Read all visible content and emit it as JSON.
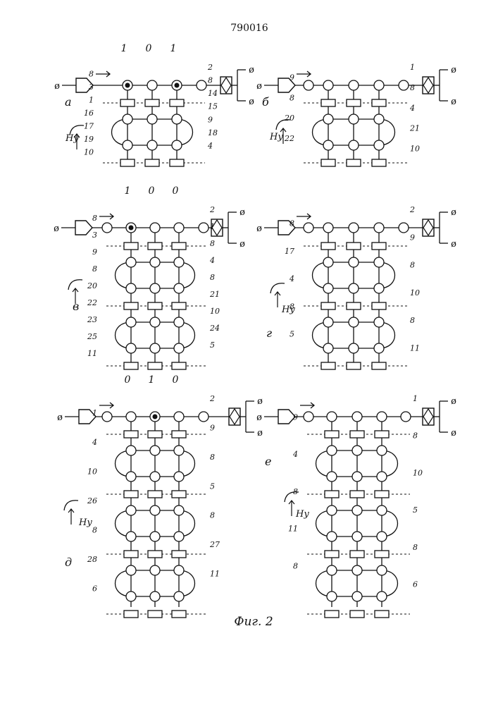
{
  "patent_number": "790016",
  "figure_caption": "Фиг. 2",
  "colors": {
    "ink": "#111111",
    "paper": "#ffffff"
  },
  "icons": {
    "source": "generator-pentagon-icon",
    "sink": "detector-diamond-icon",
    "position": "circle-position-icon",
    "domain": "filled-circle-domain-icon",
    "gate": "rectangle-gate-icon",
    "flow": "right-arrow-icon",
    "field": "curved-field-arrow-icon"
  },
  "panels": [
    {
      "id": "a",
      "letter": "а",
      "code": [
        "1",
        "0",
        "1"
      ],
      "field_label": "Ну",
      "loops": 1,
      "callouts": [
        "2",
        "8",
        "8",
        "3",
        "14",
        "1",
        "15",
        "16",
        "9",
        "17",
        "18",
        "19",
        "4",
        "10"
      ]
    },
    {
      "id": "b",
      "letter": "б",
      "code": [],
      "field_label": "Ну",
      "loops": 1,
      "callouts": [
        "1",
        "9",
        "8",
        "8",
        "4",
        "20",
        "21",
        "22",
        "10"
      ]
    },
    {
      "id": "v",
      "letter": "в",
      "code": [
        "1",
        "0",
        "0"
      ],
      "field_label": "",
      "loops": 2,
      "callouts": [
        "2",
        "8",
        "1",
        "3",
        "8",
        "9",
        "4",
        "8",
        "8",
        "20",
        "21",
        "22",
        "10",
        "23",
        "24",
        "25",
        "5",
        "11"
      ]
    },
    {
      "id": "g",
      "letter": "г",
      "code": [],
      "field_label": "Ну",
      "loops": 2,
      "callouts": [
        "2",
        "8",
        "9",
        "17",
        "8",
        "4",
        "10",
        "8",
        "8",
        "5",
        "11"
      ]
    },
    {
      "id": "d",
      "letter": "д",
      "code": [
        "0",
        "1",
        "0"
      ],
      "field_label": "Ну",
      "loops": 3,
      "callouts": [
        "2",
        "1",
        "9",
        "4",
        "8",
        "10",
        "5",
        "26",
        "8",
        "8",
        "27",
        "28",
        "11",
        "6"
      ]
    },
    {
      "id": "e",
      "letter": "е",
      "code": [],
      "field_label": "Ну",
      "loops": 3,
      "callouts": [
        "1",
        "9",
        "8",
        "4",
        "10",
        "8",
        "5",
        "11",
        "8",
        "8",
        "6"
      ]
    }
  ]
}
